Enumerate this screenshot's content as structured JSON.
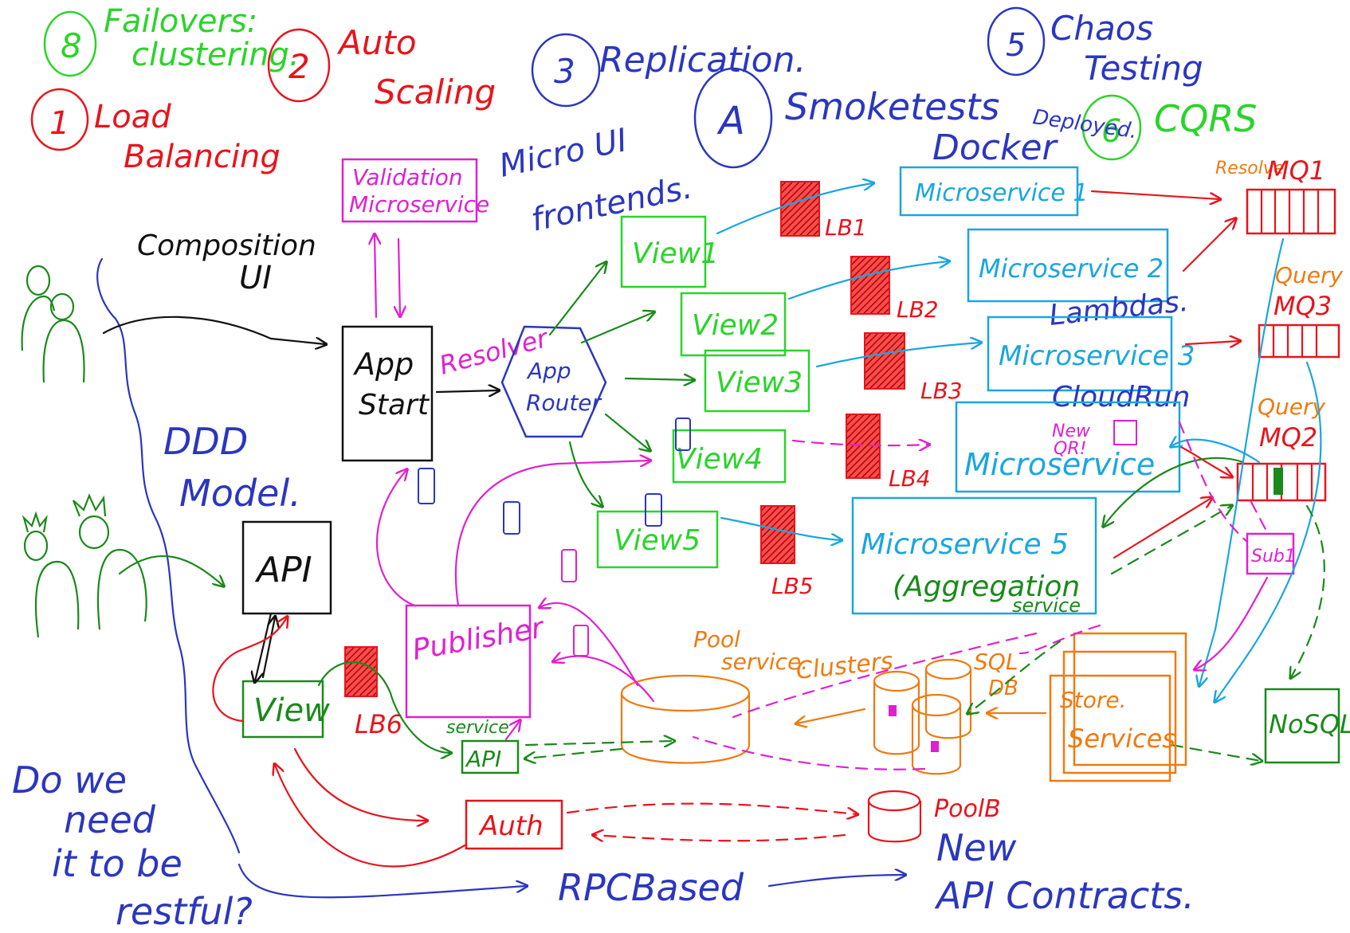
{
  "colors": {
    "red": "#e8141c",
    "blue": "#2b36c0",
    "green": "#1a8a1a",
    "brightgreen": "#2ad42a",
    "cyan": "#1aa6e0",
    "magenta": "#e020d0",
    "orange": "#f07a10",
    "black": "#111111"
  },
  "numbered": {
    "n1": "1",
    "load_balancing_1": "Load",
    "load_balancing_2": "Balancing",
    "n2": "2",
    "auto_scaling_1": "Auto",
    "auto_scaling_2": "Scaling",
    "n3": "3",
    "replication": "Replication.",
    "n4": "A",
    "smoketests": "Smoketests",
    "n5": "5",
    "chaos_1": "Chaos",
    "chaos_2": "Testing",
    "n6": "6",
    "cqrs": "CQRS",
    "n8": "8",
    "failovers_1": "Failovers:",
    "failovers_2": "clustering."
  },
  "labels": {
    "composition_1": "Composition",
    "composition_2": "UI",
    "validation_1": "Validation",
    "validation_2": "Microservice",
    "micro_ui_1": "Micro UI",
    "micro_ui_2": "frontends.",
    "docker": "Docker",
    "deployed": "Deployed.",
    "app_start_1": "App",
    "app_start_2": "Start",
    "resolver": "Resolver",
    "app_router_1": "App",
    "app_router_2": "Router",
    "ddd_1": "DDD",
    "ddd_2": "Model.",
    "api": "API",
    "view": "View",
    "lb6": "LB6",
    "service": "service",
    "service_api": "API",
    "publisher": "Publisher",
    "pool_service_1": "Pool",
    "pool_service_2": "service.",
    "clusters": "Clusters",
    "sql_1": "SQL",
    "sql_2": "DB",
    "store_1": "Store.",
    "store_2": "Services",
    "nosql": "NoSQL",
    "auth": "Auth",
    "pooldb": "PoolB",
    "do_we_1": "Do we",
    "do_we_2": "need",
    "do_we_3": "it to be",
    "do_we_4": "restful?",
    "rpc": "RPCBased",
    "new_api_1": "New",
    "new_api_2": "API Contracts.",
    "lambdas": "Lambdas.",
    "cloudrun": "CloudRun",
    "new_qr_1": "New",
    "new_qr_2": "QR!",
    "aggregation_1": "(Aggregation",
    "aggregation_2": "service",
    "resolve": "Resolve",
    "query_1": "Query",
    "query_2": "Query",
    "sub": "Sub1"
  },
  "views": [
    "View1",
    "View2",
    "View3",
    "View4",
    "View5"
  ],
  "lbs": [
    "LB1",
    "LB2",
    "LB3",
    "LB4",
    "LB5"
  ],
  "microservices": [
    "Microservice 1",
    "Microservice 2",
    "Microservice 3",
    "Microservice",
    "Microservice 5"
  ],
  "queues": [
    "MQ1",
    "MQ3",
    "MQ2"
  ]
}
